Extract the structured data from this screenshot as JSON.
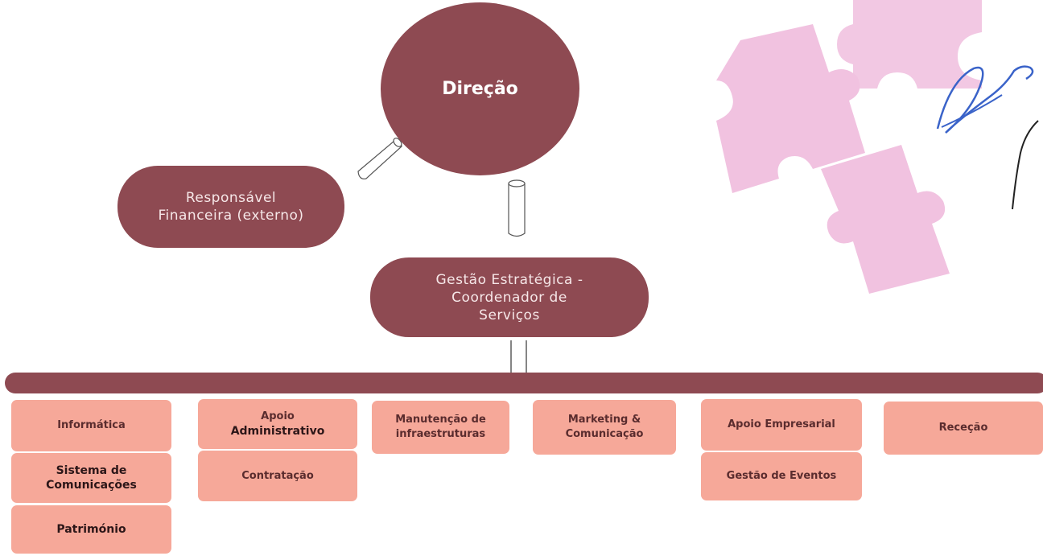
{
  "top": {
    "direcao": "Direção"
  },
  "responsavel": {
    "line1": "Responsável",
    "line2": "Financeira (externo)"
  },
  "gestao": {
    "line1": "Gestão Estratégica -",
    "line2": "Coordenador de",
    "line3": "Serviços"
  },
  "columns": [
    {
      "items": [
        {
          "lines": [
            "Informática"
          ]
        },
        {
          "lines": [
            "Sistema de",
            "Comunicações"
          ]
        },
        {
          "lines": [
            "Património"
          ]
        }
      ]
    },
    {
      "items": [
        {
          "lines": [
            "Apoio",
            "Administrativo"
          ]
        },
        {
          "lines": [
            "Contratação"
          ]
        }
      ]
    },
    {
      "items": [
        {
          "lines": [
            "Manutenção de",
            "infraestruturas"
          ]
        }
      ]
    },
    {
      "items": [
        {
          "lines": [
            "Marketing &",
            "Comunicação"
          ]
        }
      ]
    },
    {
      "items": [
        {
          "lines": [
            "Apoio Empresarial"
          ]
        },
        {
          "lines": [
            "Gestão de Eventos"
          ]
        }
      ]
    },
    {
      "items": [
        {
          "lines": [
            "Receção"
          ]
        }
      ]
    }
  ],
  "colors": {
    "dark": "#8e4a52",
    "light": "#f6a899",
    "puzzle": "#f1c2e0"
  }
}
